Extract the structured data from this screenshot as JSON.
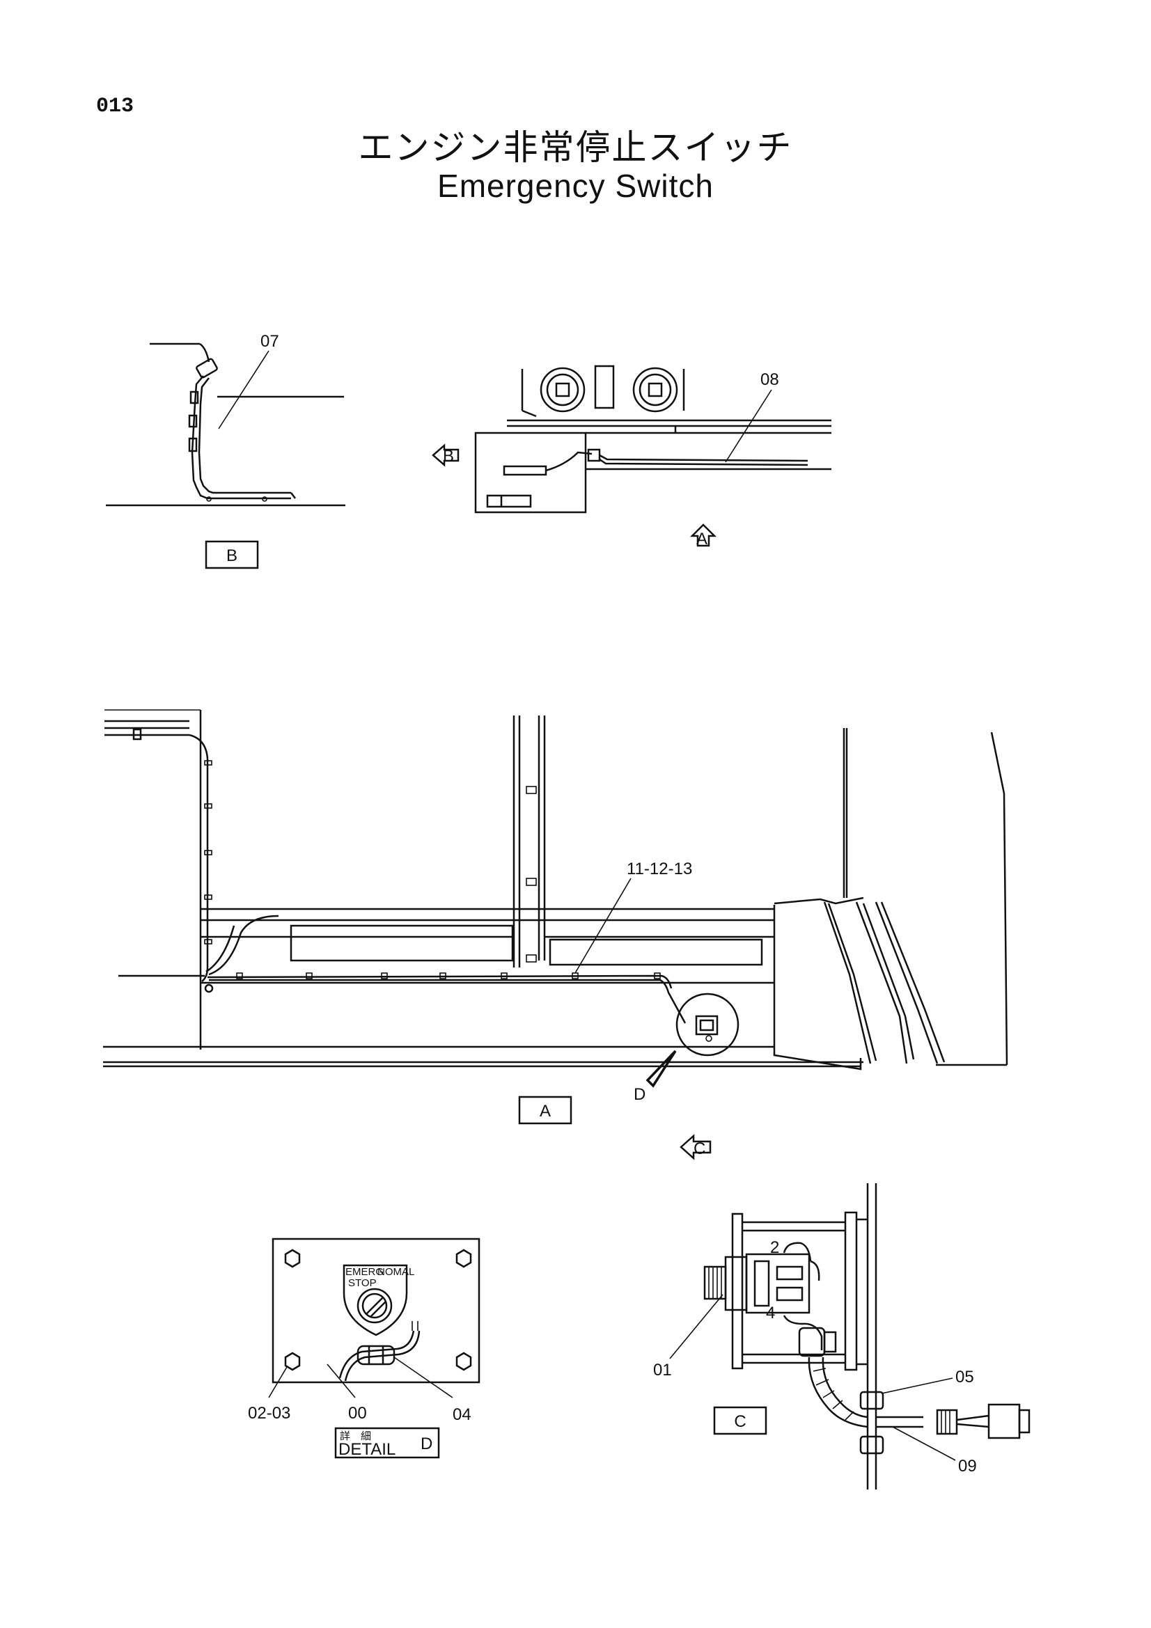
{
  "page_number": "013",
  "title_ja": "エンジン非常停止スイッチ",
  "title_en": "Emergency Switch",
  "views": {
    "b": "B",
    "a": "A",
    "c": "C",
    "detail_ja": "詳　細",
    "detail_en": "DETAIL",
    "detail_letter": "D"
  },
  "view_arrows": {
    "b": "B",
    "a": "A",
    "c": "C",
    "d": "D"
  },
  "callouts": {
    "p07": "07",
    "p08": "08",
    "p11_13": "11-12-13",
    "p01": "01",
    "p05": "05",
    "p09": "09",
    "p02_03": "02-03",
    "p00": "00",
    "p04": "04",
    "t2": "2",
    "t4": "4"
  },
  "panel_text": {
    "emerg": "EMERG",
    "normal": "NOMAL",
    "stop": "STOP"
  }
}
